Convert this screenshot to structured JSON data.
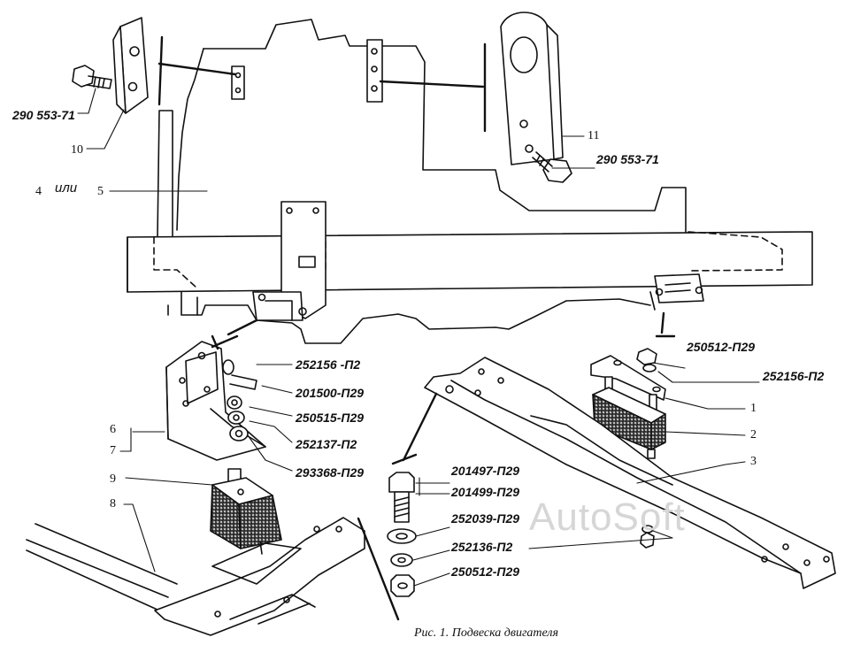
{
  "caption": "Рис. 1. Подвеска двигателя",
  "watermark": "AutoSoft",
  "ili": "или",
  "ref_numbers": [
    "1",
    "2",
    "3",
    "4",
    "5",
    "6",
    "7",
    "8",
    "9",
    "10",
    "11"
  ],
  "part_codes": {
    "bolt_left": "290 553-71",
    "bolt_right": "290 553-71",
    "p252156_a": "252156 -П2",
    "p201500": "201500-П29",
    "p250515": "250515-П29",
    "p252137": "252137-П2",
    "p293368": "293368-П29",
    "p250512_a": "250512-П29",
    "p252156_b": "252156-П2",
    "p201497": "201497-П29",
    "p201499": "201499-П29",
    "p252039": "252039-П29",
    "p252136": "252136-П2",
    "p250512_b": "250512-П29"
  },
  "colors": {
    "ink": "#111111",
    "paper": "#ffffff",
    "watermark": "#d6d6d6",
    "rubber": "#bdbdbd"
  }
}
